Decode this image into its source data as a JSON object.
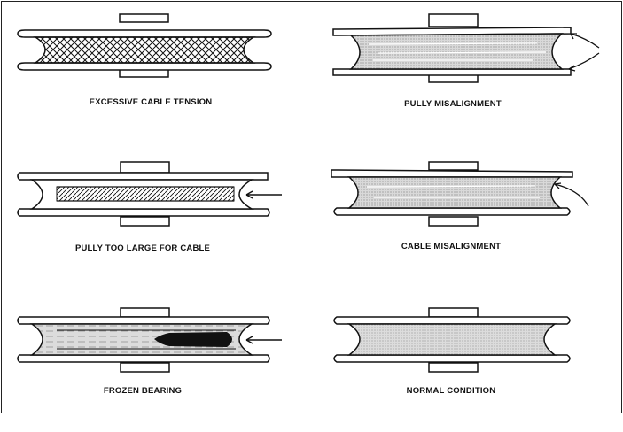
{
  "panels": [
    {
      "id": "p1",
      "condition": "excessive-tension",
      "caption": "EXCESSIVE CABLE TENSION"
    },
    {
      "id": "p2",
      "condition": "pully-misalignment",
      "caption": "PULLY MISALIGNMENT"
    },
    {
      "id": "p3",
      "condition": "pully-too-large",
      "caption": "PULLY TOO LARGE FOR CABLE"
    },
    {
      "id": "p4",
      "condition": "cable-misalignment",
      "caption": "CABLE MISALIGNMENT"
    },
    {
      "id": "p5",
      "condition": "frozen-bearing",
      "caption": "FROZEN BEARING"
    },
    {
      "id": "p6",
      "condition": "normal",
      "caption": "NORMAL CONDITION"
    }
  ],
  "colors": {
    "line": "#1a1a1a",
    "fill": "#d9d9d9",
    "dark": "#111111"
  }
}
